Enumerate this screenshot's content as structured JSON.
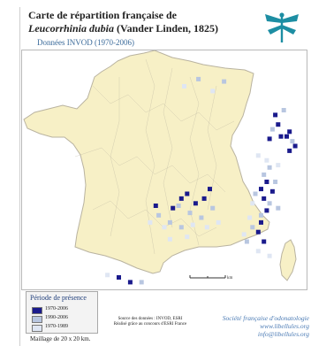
{
  "header": {
    "title_line1": "Carte de répartition française de",
    "species": "Leucorrhinia dubia",
    "author": " (Vander Linden, 1825)",
    "subtitle": "Données INVOD (1970-2006)"
  },
  "legend": {
    "title": "Période de présence",
    "items": [
      {
        "label": "1970-2006",
        "color": "#1a1a8c"
      },
      {
        "label": "1990-2006",
        "color": "#b8c6e0"
      },
      {
        "label": "1970-1989",
        "color": "#dfe6f3"
      }
    ]
  },
  "source": {
    "line1": "Source des données : INVOD, ESRI",
    "line2": "Réalisé grâce au concours d'ESRI France"
  },
  "scale": {
    "label": "km"
  },
  "society": {
    "name": "Société française d'odonatologie",
    "web": "www.libellules.org",
    "email": "info@libellules.org"
  },
  "grid_note": "Maillage de 20 x 20 km.",
  "colors": {
    "land": "#f7f0c6",
    "sea": "#ffffff",
    "border": "#b9b3a0",
    "recent": "#1a1a8c",
    "mid": "#b8c6e0",
    "old": "#dfe6f3"
  },
  "observations": {
    "recent": [
      [
        0.89,
        0.27
      ],
      [
        0.9,
        0.31
      ],
      [
        0.87,
        0.37
      ],
      [
        0.91,
        0.36
      ],
      [
        0.93,
        0.36
      ],
      [
        0.94,
        0.34
      ],
      [
        0.96,
        0.4
      ],
      [
        0.94,
        0.42
      ],
      [
        0.86,
        0.55
      ],
      [
        0.84,
        0.58
      ],
      [
        0.85,
        0.62
      ],
      [
        0.88,
        0.59
      ],
      [
        0.86,
        0.67
      ],
      [
        0.84,
        0.72
      ],
      [
        0.83,
        0.76
      ],
      [
        0.85,
        0.8
      ],
      [
        0.47,
        0.65
      ],
      [
        0.53,
        0.66
      ],
      [
        0.56,
        0.62
      ],
      [
        0.58,
        0.6
      ],
      [
        0.61,
        0.64
      ],
      [
        0.64,
        0.62
      ],
      [
        0.66,
        0.58
      ],
      [
        0.38,
        0.97
      ],
      [
        0.34,
        0.95
      ]
    ],
    "mid": [
      [
        0.92,
        0.25
      ],
      [
        0.88,
        0.33
      ],
      [
        0.95,
        0.38
      ],
      [
        0.87,
        0.49
      ],
      [
        0.85,
        0.52
      ],
      [
        0.89,
        0.55
      ],
      [
        0.82,
        0.6
      ],
      [
        0.87,
        0.64
      ],
      [
        0.84,
        0.69
      ],
      [
        0.81,
        0.74
      ],
      [
        0.79,
        0.8
      ],
      [
        0.9,
        0.66
      ],
      [
        0.48,
        0.69
      ],
      [
        0.52,
        0.72
      ],
      [
        0.55,
        0.65
      ],
      [
        0.59,
        0.68
      ],
      [
        0.63,
        0.7
      ],
      [
        0.67,
        0.66
      ],
      [
        0.56,
        0.74
      ],
      [
        0.42,
        0.97
      ],
      [
        0.62,
        0.12
      ],
      [
        0.71,
        0.13
      ]
    ],
    "old": [
      [
        0.83,
        0.44
      ],
      [
        0.86,
        0.46
      ],
      [
        0.9,
        0.48
      ],
      [
        0.81,
        0.64
      ],
      [
        0.8,
        0.7
      ],
      [
        0.78,
        0.77
      ],
      [
        0.83,
        0.84
      ],
      [
        0.87,
        0.86
      ],
      [
        0.5,
        0.74
      ],
      [
        0.45,
        0.72
      ],
      [
        0.6,
        0.73
      ],
      [
        0.65,
        0.74
      ],
      [
        0.69,
        0.72
      ],
      [
        0.58,
        0.78
      ],
      [
        0.52,
        0.79
      ],
      [
        0.3,
        0.94
      ],
      [
        0.57,
        0.15
      ],
      [
        0.67,
        0.17
      ]
    ]
  }
}
